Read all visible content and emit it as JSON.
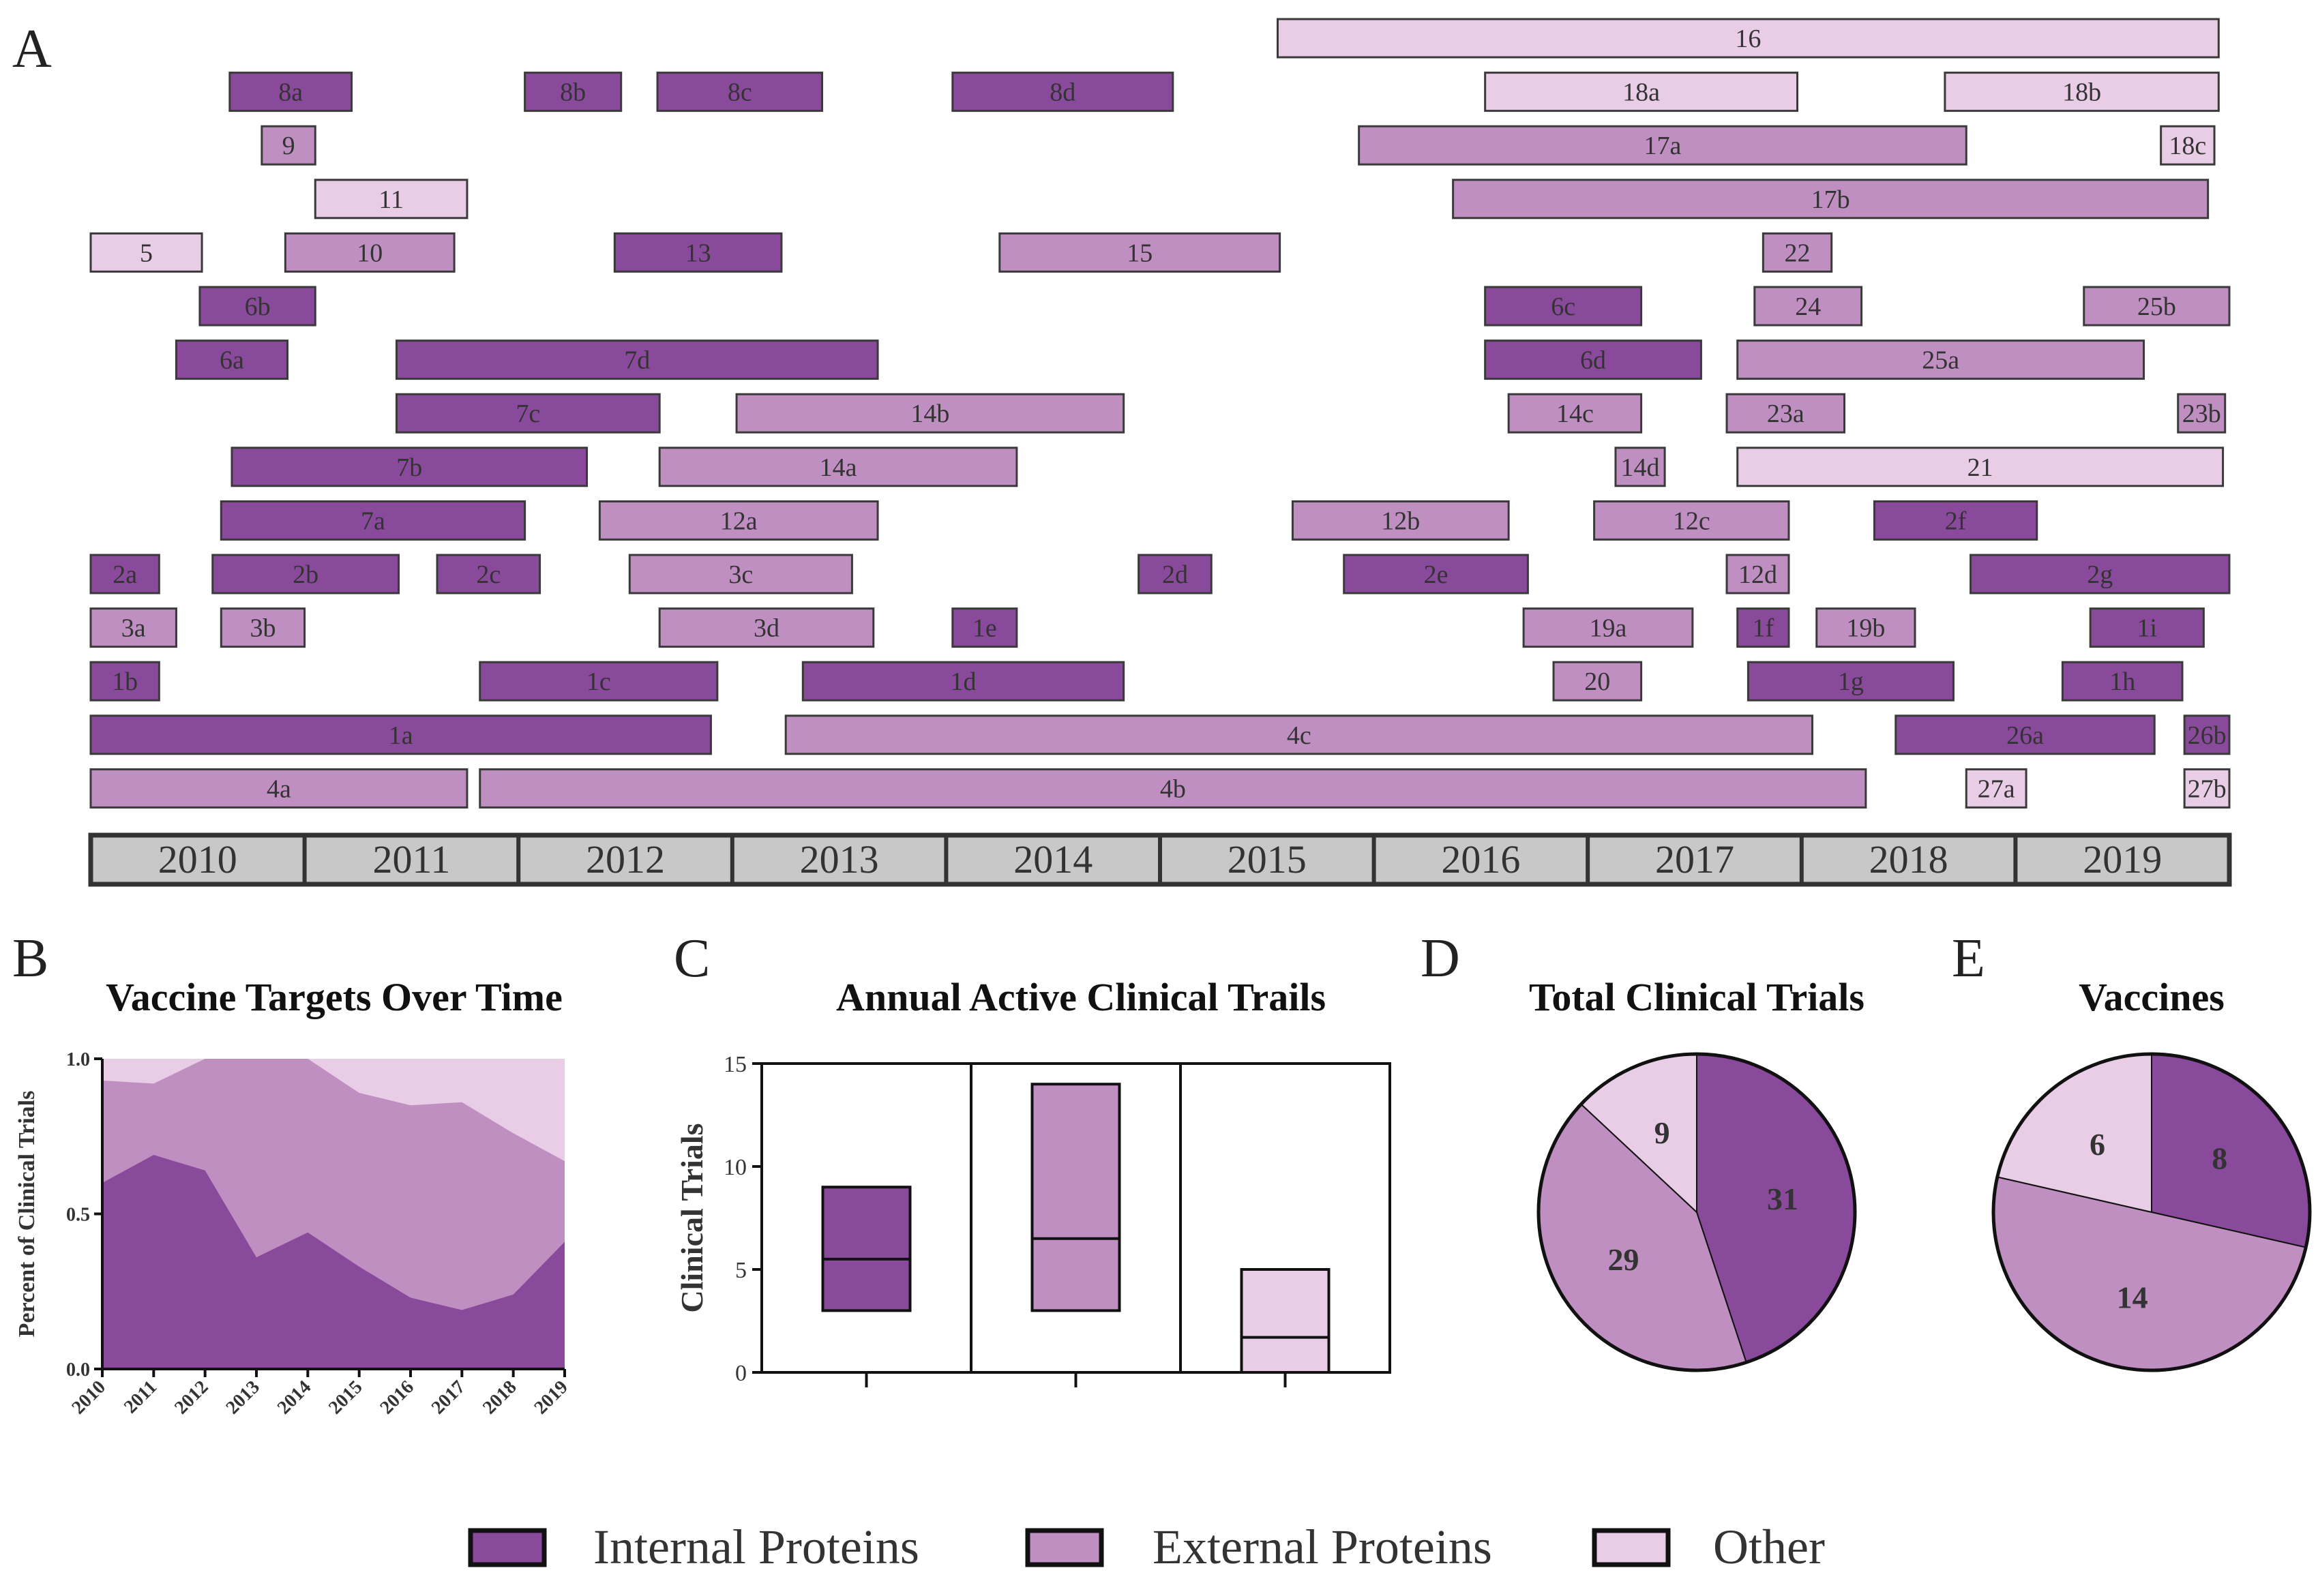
{
  "colors": {
    "internal": "#8a4a9c",
    "external": "#c08fc2",
    "other": "#e9cce6",
    "stroke": "#3a3a3a",
    "year_box": "#c8c8c8"
  },
  "chart_data": [
    {
      "panel": "A",
      "type": "timeline",
      "years": [
        "2010",
        "2011",
        "2012",
        "2013",
        "2014",
        "2015",
        "2016",
        "2017",
        "2018",
        "2019"
      ],
      "bars": [
        {
          "label": "16",
          "cat": "other",
          "start": 2015.55,
          "end": 2019.95,
          "row": 0
        },
        {
          "label": "8a",
          "cat": "internal",
          "start": 2010.65,
          "end": 2011.22,
          "row": 1
        },
        {
          "label": "8b",
          "cat": "internal",
          "start": 2012.03,
          "end": 2012.48,
          "row": 1
        },
        {
          "label": "8c",
          "cat": "internal",
          "start": 2012.65,
          "end": 2013.42,
          "row": 1
        },
        {
          "label": "8d",
          "cat": "internal",
          "start": 2014.03,
          "end": 2015.06,
          "row": 1
        },
        {
          "label": "18a",
          "cat": "other",
          "start": 2016.52,
          "end": 2017.98,
          "row": 1
        },
        {
          "label": "18b",
          "cat": "other",
          "start": 2018.67,
          "end": 2019.95,
          "row": 1
        },
        {
          "label": "9",
          "cat": "external",
          "start": 2010.8,
          "end": 2011.05,
          "row": 2
        },
        {
          "label": "17a",
          "cat": "external",
          "start": 2015.93,
          "end": 2018.77,
          "row": 2
        },
        {
          "label": "18c",
          "cat": "other",
          "start": 2019.68,
          "end": 2019.93,
          "row": 2
        },
        {
          "label": "11",
          "cat": "other",
          "start": 2011.05,
          "end": 2011.76,
          "row": 3
        },
        {
          "label": "17b",
          "cat": "external",
          "start": 2016.37,
          "end": 2019.9,
          "row": 3
        },
        {
          "label": "5",
          "cat": "other",
          "start": 2010.0,
          "end": 2010.52,
          "row": 4
        },
        {
          "label": "10",
          "cat": "external",
          "start": 2010.91,
          "end": 2011.7,
          "row": 4
        },
        {
          "label": "13",
          "cat": "internal",
          "start": 2012.45,
          "end": 2013.23,
          "row": 4
        },
        {
          "label": "15",
          "cat": "external",
          "start": 2014.25,
          "end": 2015.56,
          "row": 4
        },
        {
          "label": "22",
          "cat": "external",
          "start": 2017.82,
          "end": 2018.14,
          "row": 4
        },
        {
          "label": "6b",
          "cat": "internal",
          "start": 2010.51,
          "end": 2011.05,
          "row": 5
        },
        {
          "label": "6c",
          "cat": "internal",
          "start": 2016.52,
          "end": 2017.25,
          "row": 5
        },
        {
          "label": "24",
          "cat": "external",
          "start": 2017.78,
          "end": 2018.28,
          "row": 5
        },
        {
          "label": "25b",
          "cat": "external",
          "start": 2019.32,
          "end": 2020.0,
          "row": 5
        },
        {
          "label": "6a",
          "cat": "internal",
          "start": 2010.4,
          "end": 2010.92,
          "row": 6
        },
        {
          "label": "7d",
          "cat": "internal",
          "start": 2011.43,
          "end": 2013.68,
          "row": 6
        },
        {
          "label": "6d",
          "cat": "internal",
          "start": 2016.52,
          "end": 2017.53,
          "row": 6
        },
        {
          "label": "25a",
          "cat": "external",
          "start": 2017.7,
          "end": 2019.6,
          "row": 6
        },
        {
          "label": "7c",
          "cat": "internal",
          "start": 2011.43,
          "end": 2012.66,
          "row": 7
        },
        {
          "label": "14b",
          "cat": "external",
          "start": 2013.02,
          "end": 2014.83,
          "row": 7
        },
        {
          "label": "14c",
          "cat": "external",
          "start": 2016.63,
          "end": 2017.25,
          "row": 7
        },
        {
          "label": "23a",
          "cat": "external",
          "start": 2017.65,
          "end": 2018.2,
          "row": 7
        },
        {
          "label": "23b",
          "cat": "external",
          "start": 2019.76,
          "end": 2019.98,
          "row": 7
        },
        {
          "label": "7b",
          "cat": "internal",
          "start": 2010.66,
          "end": 2012.32,
          "row": 8
        },
        {
          "label": "14a",
          "cat": "external",
          "start": 2012.66,
          "end": 2014.33,
          "row": 8
        },
        {
          "label": "14d",
          "cat": "external",
          "start": 2017.13,
          "end": 2017.36,
          "row": 8
        },
        {
          "label": "21",
          "cat": "other",
          "start": 2017.7,
          "end": 2019.97,
          "row": 8
        },
        {
          "label": "7a",
          "cat": "internal",
          "start": 2010.61,
          "end": 2012.03,
          "row": 9
        },
        {
          "label": "12a",
          "cat": "external",
          "start": 2012.38,
          "end": 2013.68,
          "row": 9
        },
        {
          "label": "12b",
          "cat": "external",
          "start": 2015.62,
          "end": 2016.63,
          "row": 9
        },
        {
          "label": "12c",
          "cat": "external",
          "start": 2017.03,
          "end": 2017.94,
          "row": 9
        },
        {
          "label": "2f",
          "cat": "internal",
          "start": 2018.34,
          "end": 2019.1,
          "row": 9
        },
        {
          "label": "2a",
          "cat": "internal",
          "start": 2010.0,
          "end": 2010.32,
          "row": 10
        },
        {
          "label": "2b",
          "cat": "internal",
          "start": 2010.57,
          "end": 2011.44,
          "row": 10
        },
        {
          "label": "2c",
          "cat": "internal",
          "start": 2011.62,
          "end": 2012.1,
          "row": 10
        },
        {
          "label": "3c",
          "cat": "external",
          "start": 2012.52,
          "end": 2013.56,
          "row": 10
        },
        {
          "label": "2d",
          "cat": "internal",
          "start": 2014.9,
          "end": 2015.24,
          "row": 10
        },
        {
          "label": "2e",
          "cat": "internal",
          "start": 2015.86,
          "end": 2016.72,
          "row": 10
        },
        {
          "label": "12d",
          "cat": "external",
          "start": 2017.65,
          "end": 2017.94,
          "row": 10
        },
        {
          "label": "2g",
          "cat": "internal",
          "start": 2018.79,
          "end": 2020.0,
          "row": 10
        },
        {
          "label": "3a",
          "cat": "external",
          "start": 2010.0,
          "end": 2010.4,
          "row": 11
        },
        {
          "label": "3b",
          "cat": "external",
          "start": 2010.61,
          "end": 2011.0,
          "row": 11
        },
        {
          "label": "3d",
          "cat": "external",
          "start": 2012.66,
          "end": 2013.66,
          "row": 11
        },
        {
          "label": "1e",
          "cat": "internal",
          "start": 2014.03,
          "end": 2014.33,
          "row": 11
        },
        {
          "label": "19a",
          "cat": "external",
          "start": 2016.7,
          "end": 2017.49,
          "row": 11
        },
        {
          "label": "1f",
          "cat": "internal",
          "start": 2017.7,
          "end": 2017.94,
          "row": 11
        },
        {
          "label": "19b",
          "cat": "external",
          "start": 2018.07,
          "end": 2018.53,
          "row": 11
        },
        {
          "label": "1i",
          "cat": "internal",
          "start": 2019.35,
          "end": 2019.88,
          "row": 11
        },
        {
          "label": "1b",
          "cat": "internal",
          "start": 2010.0,
          "end": 2010.32,
          "row": 12
        },
        {
          "label": "1c",
          "cat": "internal",
          "start": 2011.82,
          "end": 2012.93,
          "row": 12
        },
        {
          "label": "1d",
          "cat": "internal",
          "start": 2013.33,
          "end": 2014.83,
          "row": 12
        },
        {
          "label": "20",
          "cat": "external",
          "start": 2016.84,
          "end": 2017.25,
          "row": 12
        },
        {
          "label": "1g",
          "cat": "internal",
          "start": 2017.75,
          "end": 2018.71,
          "row": 12
        },
        {
          "label": "1h",
          "cat": "internal",
          "start": 2019.22,
          "end": 2019.78,
          "row": 12
        },
        {
          "label": "1a",
          "cat": "internal",
          "start": 2010.0,
          "end": 2012.9,
          "row": 13
        },
        {
          "label": "4c",
          "cat": "external",
          "start": 2013.25,
          "end": 2018.05,
          "row": 13
        },
        {
          "label": "26a",
          "cat": "internal",
          "start": 2018.44,
          "end": 2019.65,
          "row": 13
        },
        {
          "label": "26b",
          "cat": "internal",
          "start": 2019.79,
          "end": 2020.0,
          "row": 13
        },
        {
          "label": "4a",
          "cat": "external",
          "start": 2010.0,
          "end": 2011.76,
          "row": 14
        },
        {
          "label": "4b",
          "cat": "external",
          "start": 2011.82,
          "end": 2018.3,
          "row": 14
        },
        {
          "label": "27a",
          "cat": "other",
          "start": 2018.77,
          "end": 2019.05,
          "row": 14
        },
        {
          "label": "27b",
          "cat": "other",
          "start": 2019.79,
          "end": 2020.0,
          "row": 14
        }
      ]
    },
    {
      "panel": "B",
      "type": "area",
      "title": "Vaccine Targets Over Time",
      "ylabel": "Percent of Clinical Trials",
      "ylim": [
        0,
        1
      ],
      "yticks": [
        "0.0",
        "0.5",
        "1.0"
      ],
      "x": [
        "2010",
        "2011",
        "2012",
        "2013",
        "2014",
        "2015",
        "2016",
        "2017",
        "2018",
        "2019"
      ],
      "internal": [
        0.6,
        0.69,
        0.64,
        0.36,
        0.44,
        0.33,
        0.23,
        0.19,
        0.24,
        0.41
      ],
      "internal_plus_external": [
        0.93,
        0.92,
        1.0,
        1.0,
        1.0,
        0.89,
        0.85,
        0.86,
        0.76,
        0.67
      ]
    },
    {
      "panel": "C",
      "type": "floating-bar",
      "title": "Annual Active Clinical Trails",
      "ylabel": "Clinical Trials",
      "ylim": [
        0,
        15
      ],
      "yticks": [
        "0",
        "5",
        "10",
        "15"
      ],
      "series": [
        {
          "cat": "internal",
          "min": 3,
          "max": 9,
          "mean": 5.5
        },
        {
          "cat": "external",
          "min": 3,
          "max": 14,
          "mean": 6.5
        },
        {
          "cat": "other",
          "min": 0,
          "max": 5,
          "mean": 1.7
        }
      ]
    },
    {
      "panel": "D",
      "type": "pie",
      "title": "Total Clinical Trials",
      "values": [
        31,
        29,
        9
      ],
      "labels": [
        "31",
        "29",
        "9"
      ]
    },
    {
      "panel": "E",
      "type": "pie",
      "title": "Vaccines",
      "values": [
        8,
        14,
        6
      ],
      "labels": [
        "8",
        "14",
        "6"
      ]
    }
  ],
  "legend": [
    {
      "cat": "internal",
      "label": "Internal Proteins"
    },
    {
      "cat": "external",
      "label": "External Proteins"
    },
    {
      "cat": "other",
      "label": "Other"
    }
  ],
  "panels": {
    "a": "A",
    "b": "B",
    "c": "C",
    "d": "D",
    "e": "E"
  }
}
